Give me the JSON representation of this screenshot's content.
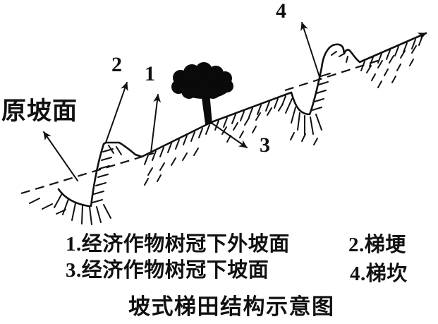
{
  "colors": {
    "ink": "#111111",
    "background": "#ffffff"
  },
  "diagram": {
    "slope_label": "原坡面",
    "markers": {
      "m1": "1",
      "m2": "2",
      "m3": "3",
      "m4": "4"
    }
  },
  "legend": {
    "items": [
      "1.经济作物树冠下外坡面",
      "2.梯埂",
      "3.经济作物树冠下坡面",
      "4.梯坎"
    ]
  },
  "caption": "坡式梯田结构示意图"
}
